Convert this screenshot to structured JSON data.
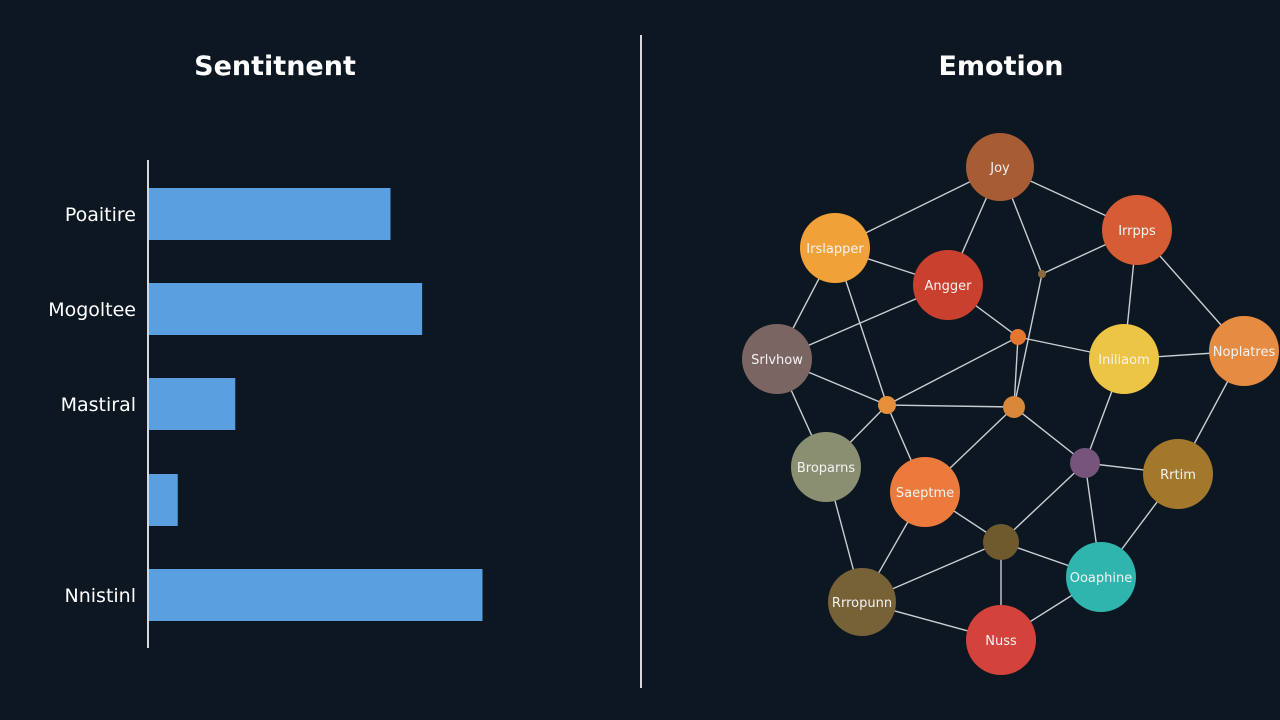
{
  "chart_data": [
    {
      "type": "bar",
      "orientation": "horizontal",
      "title": "Sentitnent",
      "categories": [
        "Poaitire",
        "Mogoltee",
        "Mastiral",
        "",
        "Nnistinl"
      ],
      "values": [
        4.2,
        4.75,
        1.5,
        0.5,
        5.8
      ],
      "color": "#5a9fe0",
      "grid": false,
      "axis_ticks": false
    },
    {
      "type": "network",
      "title": "Emotion",
      "nodes": [
        {
          "id": "joy",
          "label": "Joy",
          "color": "#a75c34"
        },
        {
          "id": "n_lt",
          "label": "Irslapper",
          "color": "#f0a238"
        },
        {
          "id": "n_rt",
          "label": "Irrpps",
          "color": "#d55c34"
        },
        {
          "id": "anger",
          "label": "Angger",
          "color": "#c9412e"
        },
        {
          "id": "n_left",
          "label": "Srlvhow",
          "color": "#7b6562"
        },
        {
          "id": "n_center",
          "label": "Iniliaom",
          "color": "#ecc446"
        },
        {
          "id": "n_right",
          "label": "Noplatres",
          "color": "#e58b42"
        },
        {
          "id": "n_lleft",
          "label": "Broparns",
          "color": "#8a8f72"
        },
        {
          "id": "n_mid",
          "label": "Saeptme",
          "color": "#eb7a3c"
        },
        {
          "id": "n_rr",
          "label": "Rrtim",
          "color": "#a3782d"
        },
        {
          "id": "n_teal",
          "label": "Ooaphine",
          "color": "#2fb5ad"
        },
        {
          "id": "n_bl",
          "label": "Rrropunn",
          "color": "#776238"
        },
        {
          "id": "n_bottom",
          "label": "Nuss",
          "color": "#d3433b"
        },
        {
          "id": "h1",
          "label": "",
          "color": "#8b6a3a"
        },
        {
          "id": "h2",
          "label": "",
          "color": "#e3772f"
        },
        {
          "id": "h3",
          "label": "",
          "color": "#e58f3a"
        },
        {
          "id": "h4",
          "label": "",
          "color": "#d9883a"
        },
        {
          "id": "h5",
          "label": "",
          "color": "#76547c"
        },
        {
          "id": "h6",
          "label": "",
          "color": "#6f5a2e"
        }
      ],
      "edges": [
        [
          "joy",
          "n_lt"
        ],
        [
          "joy",
          "anger"
        ],
        [
          "joy",
          "h1"
        ],
        [
          "joy",
          "n_rt"
        ],
        [
          "n_lt",
          "anger"
        ],
        [
          "n_lt",
          "n_left"
        ],
        [
          "n_lt",
          "h3"
        ],
        [
          "n_rt",
          "h1"
        ],
        [
          "n_rt",
          "n_right"
        ],
        [
          "n_rt",
          "n_center"
        ],
        [
          "anger",
          "n_left"
        ],
        [
          "anger",
          "h2"
        ],
        [
          "h1",
          "h4"
        ],
        [
          "h2",
          "n_center"
        ],
        [
          "h2",
          "h3"
        ],
        [
          "h2",
          "h4"
        ],
        [
          "n_center",
          "n_right"
        ],
        [
          "n_center",
          "h5"
        ],
        [
          "n_right",
          "n_rr"
        ],
        [
          "n_left",
          "h3"
        ],
        [
          "n_left",
          "n_lleft"
        ],
        [
          "h3",
          "h4"
        ],
        [
          "h3",
          "n_lleft"
        ],
        [
          "h3",
          "n_mid"
        ],
        [
          "h4",
          "n_mid"
        ],
        [
          "h4",
          "h5"
        ],
        [
          "h5",
          "n_rr"
        ],
        [
          "h5",
          "h6"
        ],
        [
          "h5",
          "n_teal"
        ],
        [
          "n_rr",
          "n_teal"
        ],
        [
          "n_lleft",
          "n_bl"
        ],
        [
          "n_mid",
          "n_bl"
        ],
        [
          "n_mid",
          "h6"
        ],
        [
          "h6",
          "n_bl"
        ],
        [
          "h6",
          "n_bottom"
        ],
        [
          "h6",
          "n_teal"
        ],
        [
          "n_teal",
          "n_bottom"
        ],
        [
          "n_bl",
          "n_bottom"
        ]
      ]
    }
  ]
}
